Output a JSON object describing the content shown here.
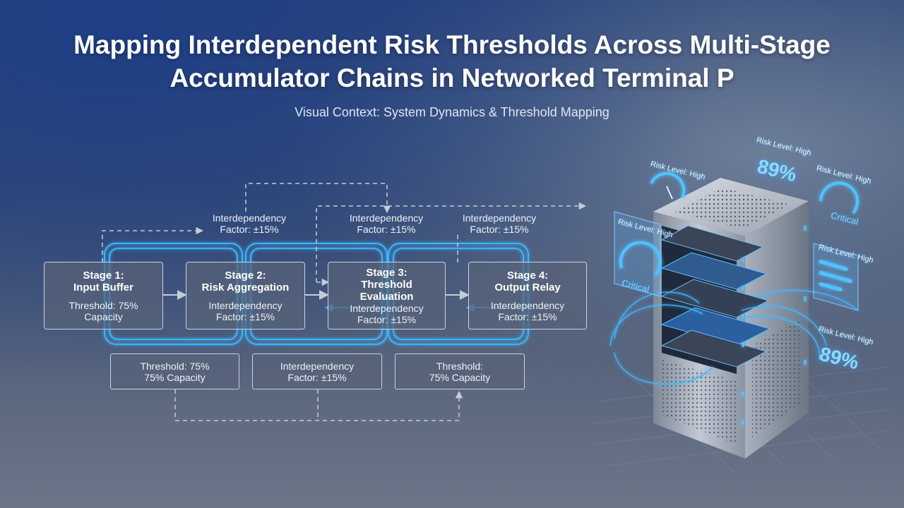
{
  "title": {
    "line1": "Mapping Interdependent Risk Thresholds Across Multi-Stage",
    "line2": "Accumulator Chains in Networked Terminal P"
  },
  "subtitle": "Visual Context: System Dynamics & Threshold Mapping",
  "stages": [
    {
      "name1": "Stage 1:",
      "name2": "Input Buffer",
      "desc1": "Threshold: 75%",
      "desc2": "Capacity"
    },
    {
      "name1": "Stage 2:",
      "name2": "Risk Aggregation",
      "desc1": "Interdependency",
      "desc2": "Factor: ±15%"
    },
    {
      "name1": "Stage 3:",
      "name2": "Threshold",
      "name3": "Evaluation",
      "desc1": "Interdependency",
      "desc2": "Factor: ±15%"
    },
    {
      "name1": "Stage 4:",
      "name2": "Output Relay",
      "desc1": "Interdependency",
      "desc2": "Factor: ±15%"
    }
  ],
  "interdependency_labels": [
    {
      "line1": "Interdependency",
      "line2": "Factor: ±15%"
    },
    {
      "line1": "Interdependency",
      "line2": "Factor: ±15%"
    },
    {
      "line1": "Interdependency",
      "line2": "Factor: ±15%"
    }
  ],
  "notes": [
    {
      "line1": "Threshold: 75%",
      "line2": "75% Capacity"
    },
    {
      "line1": "Interdependency",
      "line2": "Factor: ±15%"
    },
    {
      "line1": "Threshold:",
      "line2": "75% Capacity"
    }
  ],
  "hud": {
    "risk_label": "Risk Level: High",
    "percent": "89%",
    "critical": "Critical"
  },
  "colors": {
    "accent": "#38b6ff",
    "box_border": "#c9d2e2",
    "connector": "#c4ccd8"
  }
}
